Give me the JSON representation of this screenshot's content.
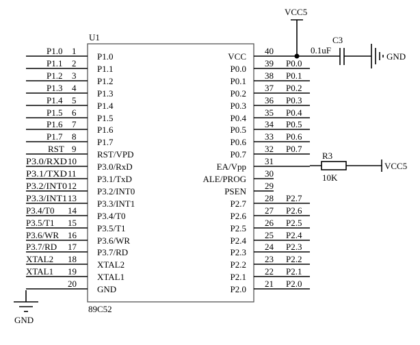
{
  "chip": {
    "ref": "U1",
    "part": "89C52",
    "left_pins": [
      {
        "num": "1",
        "inside": "P1.0",
        "net": "P1.0"
      },
      {
        "num": "2",
        "inside": "P1.1",
        "net": "P1.1"
      },
      {
        "num": "3",
        "inside": "P1.2",
        "net": "P1.2"
      },
      {
        "num": "4",
        "inside": "P1.3",
        "net": "P1.3"
      },
      {
        "num": "5",
        "inside": "P1.4",
        "net": "P1.4"
      },
      {
        "num": "6",
        "inside": "P1.5",
        "net": "P1.5"
      },
      {
        "num": "7",
        "inside": "P1.6",
        "net": "P1.6"
      },
      {
        "num": "8",
        "inside": "P1.7",
        "net": "P1.7"
      },
      {
        "num": "9",
        "inside": "RST/VPD",
        "net": "RST"
      },
      {
        "num": "10",
        "inside": "P3.0/RxD",
        "net": "P3.0/RXD"
      },
      {
        "num": "11",
        "inside": "P3.1/TxD",
        "net": "P3.1/TXD"
      },
      {
        "num": "12",
        "inside": "P3.2/INT0",
        "net": "P3.2/INT0"
      },
      {
        "num": "13",
        "inside": "P3.3/INT1",
        "net": "P3.3/INT1"
      },
      {
        "num": "14",
        "inside": "P3.4/T0",
        "net": "P3.4/T0"
      },
      {
        "num": "15",
        "inside": "P3.5/T1",
        "net": "P3.5/T1"
      },
      {
        "num": "16",
        "inside": "P3.6/WR",
        "net": "P3.6/WR"
      },
      {
        "num": "17",
        "inside": "P3.7/RD",
        "net": "P3.7/RD"
      },
      {
        "num": "18",
        "inside": "XTAL2",
        "net": "XTAL2"
      },
      {
        "num": "19",
        "inside": "XTAL1",
        "net": "XTAL1"
      },
      {
        "num": "20",
        "inside": "GND",
        "net": ""
      }
    ],
    "right_pins": [
      {
        "num": "40",
        "inside": "VCC",
        "net": ""
      },
      {
        "num": "39",
        "inside": "P0.0",
        "net": "P0.0"
      },
      {
        "num": "38",
        "inside": "P0.1",
        "net": "P0.1"
      },
      {
        "num": "37",
        "inside": "P0.2",
        "net": "P0.2"
      },
      {
        "num": "36",
        "inside": "P0.3",
        "net": "P0.3"
      },
      {
        "num": "35",
        "inside": "P0.4",
        "net": "P0.4"
      },
      {
        "num": "34",
        "inside": "P0.5",
        "net": "P0.5"
      },
      {
        "num": "33",
        "inside": "P0.6",
        "net": "P0.6"
      },
      {
        "num": "32",
        "inside": "P0.7",
        "net": "P0.7"
      },
      {
        "num": "31",
        "inside": "EA/Vpp",
        "net": ""
      },
      {
        "num": "30",
        "inside": "ALE/PROG",
        "net": ""
      },
      {
        "num": "29",
        "inside": "PSEN",
        "net": ""
      },
      {
        "num": "28",
        "inside": "P2.7",
        "net": "P2.7"
      },
      {
        "num": "27",
        "inside": "P2.6",
        "net": "P2.6"
      },
      {
        "num": "26",
        "inside": "P2.5",
        "net": "P2.5"
      },
      {
        "num": "25",
        "inside": "P2.4",
        "net": "P2.4"
      },
      {
        "num": "24",
        "inside": "P2.3",
        "net": "P2.3"
      },
      {
        "num": "23",
        "inside": "P2.2",
        "net": "P2.2"
      },
      {
        "num": "22",
        "inside": "P2.1",
        "net": "P2.1"
      },
      {
        "num": "21",
        "inside": "P2.0",
        "net": "P2.0"
      }
    ]
  },
  "power": {
    "vcc_top_label": "VCC5",
    "vcc_right_label": "VCC5",
    "gnd_left_label": "GND",
    "gnd_right_label": "GND"
  },
  "capacitor": {
    "ref": "C3",
    "value": "0.1uF"
  },
  "resistor": {
    "ref": "R3",
    "value": "10K"
  }
}
